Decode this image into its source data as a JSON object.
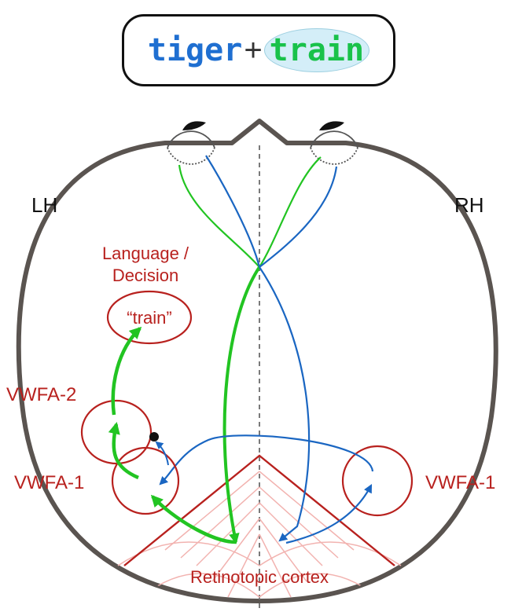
{
  "word_box": {
    "word1": "tiger",
    "plus": "+",
    "word2": "train"
  },
  "hemispheres": {
    "left": "LH",
    "right": "RH"
  },
  "regions": {
    "language_line1": "Language /",
    "language_line2": "Decision",
    "train_node": "“train”",
    "vwfa2_left": "VWFA-2",
    "vwfa1_left": "VWFA-1",
    "vwfa1_right": "VWFA-1",
    "retinotopic": "Retinotopic cortex"
  },
  "colors": {
    "left_pathway": "#22c422",
    "right_pathway": "#1a66c2",
    "region_red": "#b8211e",
    "retinotopic_light": "#f2b3b0",
    "head_outline": "#5a5450",
    "word1": "#1f6fd1",
    "word2": "#19c24a",
    "highlight_fill": "#d4eef8"
  }
}
